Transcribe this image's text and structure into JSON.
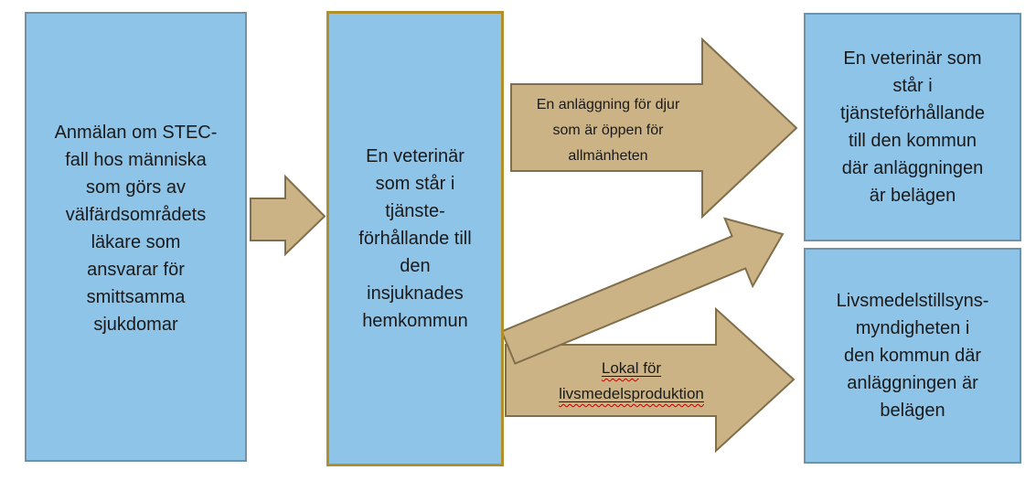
{
  "flowchart": {
    "background_color": "#FFFFFF",
    "text_color": "#1A1A1A",
    "box_fill_color": "#8EC4E8",
    "box_border_blue_color": "#6E92AA",
    "box_border_gold_color": "#B18F2B",
    "arrow_fill_color": "#CBB386",
    "arrow_border_color": "#806F4B",
    "spellcheck_underline_color": "#C00000",
    "boxes": {
      "stec_report": {
        "lines": [
          "Anmälan om STEC-",
          "fall hos människa",
          "som görs av",
          "välfärdsområdets",
          "läkare som",
          "ansvarar för",
          "smittsamma",
          "sjukdomar"
        ]
      },
      "home_municipality_vet": {
        "lines": [
          "En veterinär",
          "som står i",
          "tjänste-",
          "förhållande till",
          "den",
          "insjuknades",
          "hemkommun"
        ]
      },
      "facility_municipality_vet": {
        "lines": [
          "En veterinär som",
          "står i",
          "tjänsteförhållande",
          "till den kommun",
          "där anläggningen",
          "är belägen"
        ]
      },
      "food_control_authority": {
        "lines": [
          "Livsmedelstillsyns-",
          "myndigheten i",
          "den kommun där",
          "anläggningen är",
          "belägen"
        ]
      }
    },
    "arrow_labels": {
      "animal_facility": {
        "lines": [
          "En anläggning för djur",
          "som är öppen för",
          "allmänheten"
        ]
      },
      "food_premises": {
        "line1_word_misspelled": "Lokal",
        "line1_rest": " för",
        "line2_word_misspelled": "livsmedelsproduktion"
      }
    }
  }
}
